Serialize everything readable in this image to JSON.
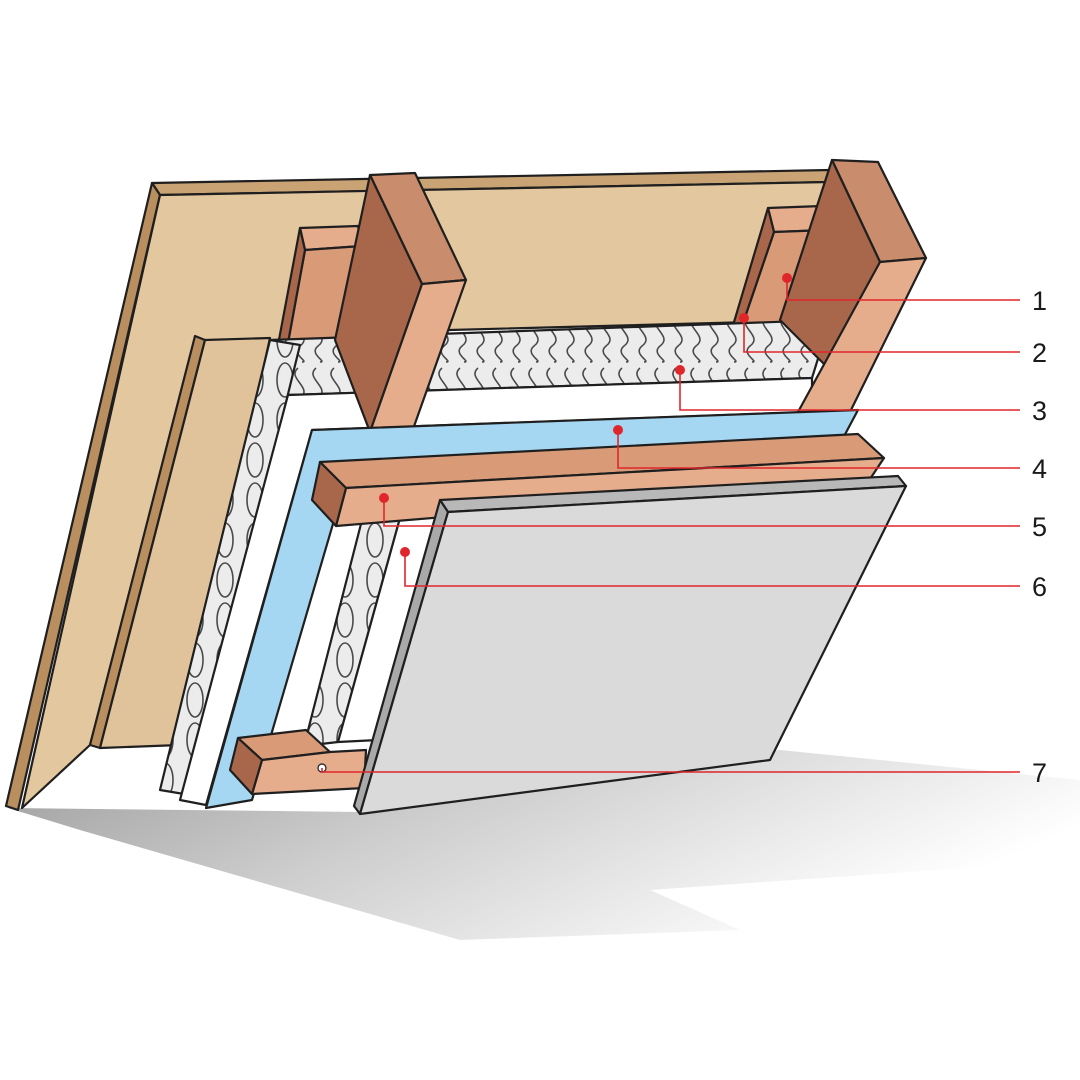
{
  "callouts": [
    {
      "label": "1"
    },
    {
      "label": "2"
    },
    {
      "label": "3"
    },
    {
      "label": "4"
    },
    {
      "label": "5"
    },
    {
      "label": "6"
    },
    {
      "label": "7"
    }
  ],
  "colors": {
    "osb_board": "#e3c79f",
    "timber": "#d99a78",
    "timber_dark": "#a8674a",
    "insulation": "#ececec",
    "membrane": "#a5d7f2",
    "plasterboard": "#dadada",
    "callout_red": "#e0262b"
  }
}
